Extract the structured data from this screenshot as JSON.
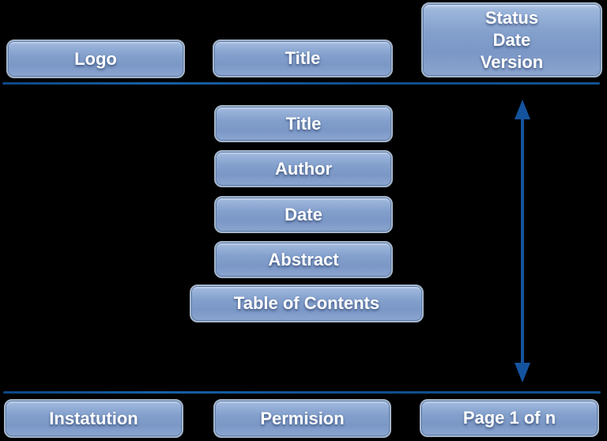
{
  "diagram": {
    "description": "Document page template layout diagram on black background"
  },
  "colors": {
    "background": "#000000",
    "separator_line": "#11528f",
    "arrow": "#14549e",
    "node_fill_top": "#9db6dc",
    "node_fill_bottom": "#8ba5cf",
    "node_border": "#5a7aa8",
    "node_text": "#ffffff"
  },
  "header": {
    "logo": "Logo",
    "title": "Title",
    "status": "Status\nDate\nVersion"
  },
  "body": {
    "title": "Title",
    "author": "Author",
    "date": "Date",
    "abstract": "Abstract",
    "toc": "Table of Contents"
  },
  "footer": {
    "institution": "Instatution",
    "permission": "Permision",
    "page": "Page 1 of n"
  }
}
